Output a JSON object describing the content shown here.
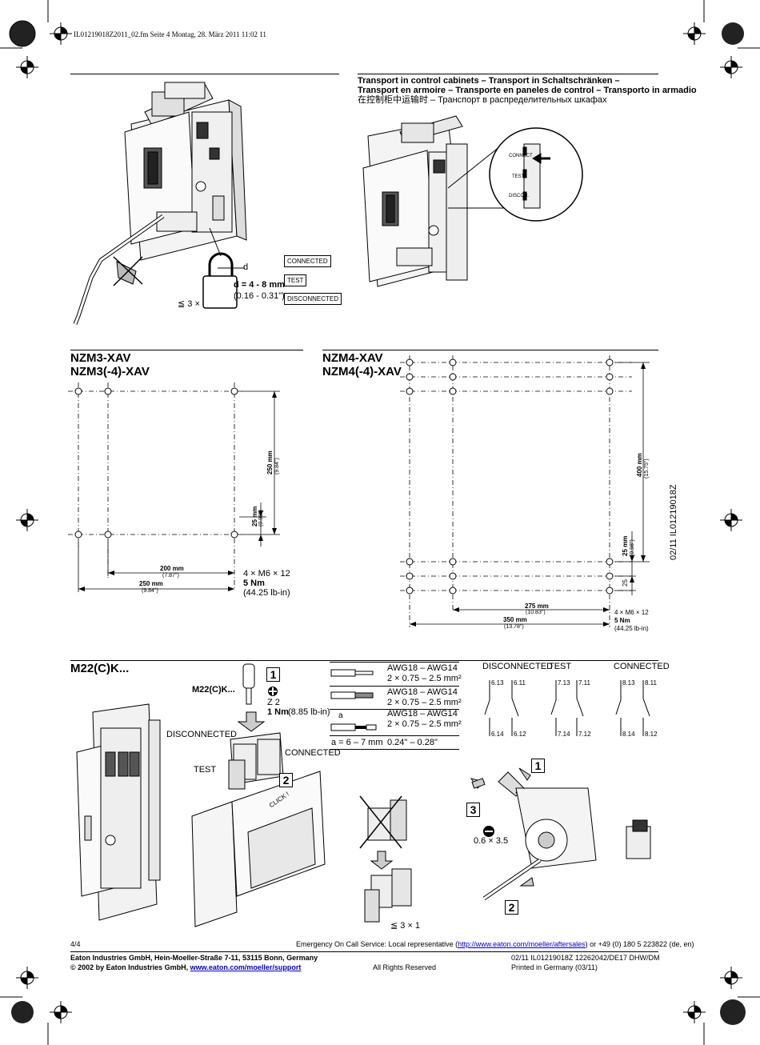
{
  "header": {
    "filename": "IL01219018Z2011_02.fm  Seite 4  Montag, 28. März 2011  11:02 11"
  },
  "transport": {
    "line1": "Transport in control cabinets – Transport in Schaltschränken –",
    "line2": "Transport en armoire – Transporte en paneles de control – Transporto in armadio",
    "line3": "在控制柜中运输时 – Транспорт в распределительных шкафах"
  },
  "lock": {
    "d": "d",
    "dim": "d = 4 - 8 mm",
    "dim_in": "(0.16 - 0.31\")",
    "count": "≦ 3 ×",
    "connected": "CONNECTED",
    "test": "TEST",
    "disconnected": "DISCONNECTED"
  },
  "panel_icon": {
    "connect": "CONNECT",
    "test": "TEST",
    "discon": "DISCON."
  },
  "nzm3": {
    "title1": "NZM3-XAV",
    "title2": "NZM3(-4)-XAV",
    "h_mm": "250 mm",
    "h_in": "(9.84\")",
    "s_mm": "25 mm",
    "s_in": "(0.98\")",
    "w1_mm": "200 mm",
    "w1_in": "(7.87\")",
    "w2_mm": "250 mm",
    "w2_in": "(9.84\")",
    "screw": "4 × M6 × 12",
    "torque": "5 Nm",
    "torque_in": "(44.25 lb-in)"
  },
  "nzm4": {
    "title1": "NZM4-XAV",
    "title2": "NZM4(-4)-XAV",
    "h_mm": "400 mm",
    "h_in": "(15.75\")",
    "s_mm": "25 mm",
    "s_in": "(0.98\")",
    "s2": "25",
    "w1_mm": "275 mm",
    "w1_in": "(10.83\")",
    "w2_mm": "350 mm",
    "w2_in": "(13.78\")",
    "screw": "4 × M6 × 12",
    "torque": "5 Nm",
    "torque_in": "(44.25 lb-in)"
  },
  "side_code": "02/11 IL01219018Z",
  "m22": {
    "title": "M22(C)K...",
    "label": "M22(C)K...",
    "step1": "1",
    "step2": "2",
    "screwdriver": "Z 2",
    "torque": "1 Nm",
    "torque_in": "(8.85 lb-in)",
    "disconnected": "DISCONNECTED",
    "connected": "CONNECTED",
    "test": "TEST",
    "click": "CLICK !",
    "count": "≦ 3 × 1"
  },
  "wires": {
    "r1a": "AWG18 – AWG14",
    "r1b": "2 × 0.75 – 2.5 mm²",
    "r2a": "AWG18 – AWG14",
    "r2b": "2 × 0.75 – 2.5 mm²",
    "r3a": "AWG18 – AWG14",
    "r3b": "2 × 0.75 – 2.5 mm²",
    "a": "a",
    "strip": "a = 6 – 7 mm",
    "strip_in": "0.24\" – 0.28\""
  },
  "contacts": {
    "h1": "DISCONNECTED",
    "h2": "TEST",
    "h3": "CONNECTED",
    "c1": [
      "6.13",
      "6.11",
      "6.14",
      "6.12"
    ],
    "c2": [
      "7.13",
      "7.11",
      "7.14",
      "7.12"
    ],
    "c3": [
      "8.13",
      "8.11",
      "8.14",
      "8.12"
    ]
  },
  "release": {
    "s1": "1",
    "s2": "2",
    "s3": "3",
    "blade": "0.6 × 3.5"
  },
  "footer": {
    "page": "4/4",
    "emergency_pre": "Emergency On Call Service: Local representative (",
    "emergency_link": "http://www.eaton.com/moeller/aftersales",
    "emergency_post": ") or +49 (0) 180 5 223822 (de, en)",
    "company": "Eaton Industries GmbH, Hein-Moeller-Straße 7-11, 53115 Bonn, Germany",
    "copyright_pre": "©  2002 by Eaton Industries GmbH, ",
    "copyright_link": "www.eaton.com/moeller/support",
    "rights": "All Rights Reserved",
    "doc": "02/11 IL01219018Z   12262042/DE17   DHW/DM",
    "printed": "Printed in Germany (03/11)"
  }
}
